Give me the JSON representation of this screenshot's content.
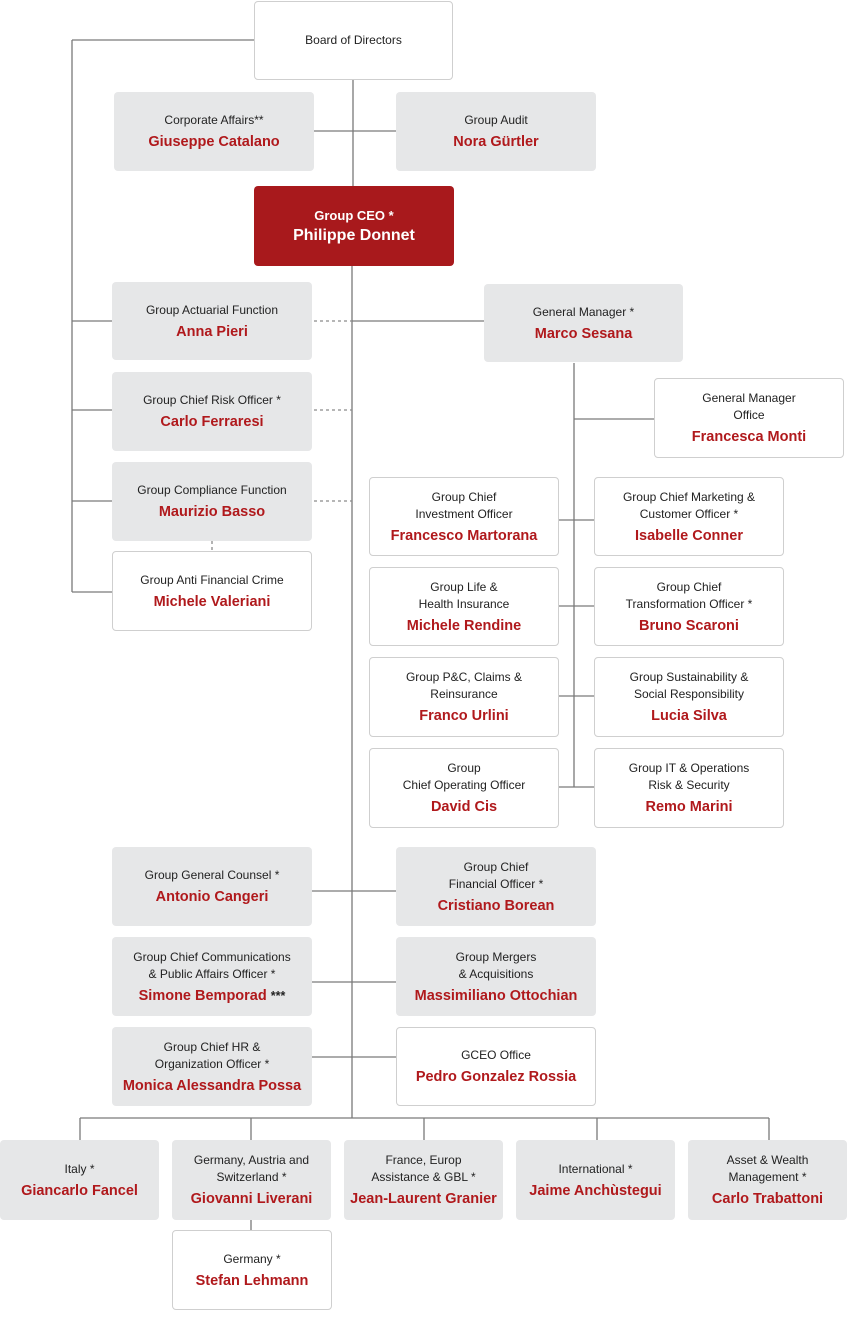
{
  "colors": {
    "accent": "#a8191c",
    "name_text": "#b0191c",
    "grey_box": "#e6e7e8",
    "line": "#7a7a7a"
  },
  "board": {
    "role": "Board of Directors"
  },
  "corporate_affairs": {
    "role": "Corporate Affairs**",
    "name": "Giuseppe Catalano"
  },
  "group_audit": {
    "role": "Group Audit",
    "name": "Nora Gürtler"
  },
  "ceo": {
    "role": "Group CEO *",
    "name": "Philippe Donnet"
  },
  "actuarial": {
    "role": "Group Actuarial Function",
    "name": "Anna Pieri"
  },
  "risk": {
    "role": "Group Chief Risk Officer *",
    "name": "Carlo Ferraresi"
  },
  "compliance": {
    "role": "Group Compliance Function",
    "name": "Maurizio Basso"
  },
  "anti_financial_crime": {
    "role": "Group Anti Financial Crime",
    "name": "Michele Valeriani"
  },
  "general_manager": {
    "role": "General Manager *",
    "name": "Marco Sesana"
  },
  "gm_office": {
    "role": "General Manager\nOffice",
    "name": "Francesca Monti"
  },
  "investment": {
    "role": "Group Chief\nInvestment Officer",
    "name": "Francesco Martorana"
  },
  "marketing": {
    "role": "Group Chief Marketing &\nCustomer Officer *",
    "name": "Isabelle Conner"
  },
  "life_health": {
    "role": "Group Life &\nHealth Insurance",
    "name": "Michele Rendine"
  },
  "transformation": {
    "role": "Group Chief\nTransformation Officer *",
    "name": "Bruno Scaroni"
  },
  "pc_claims": {
    "role": "Group P&C, Claims &\nReinsurance",
    "name": "Franco Urlini"
  },
  "sustainability": {
    "role": "Group Sustainability &\nSocial Responsibility",
    "name": "Lucia Silva"
  },
  "coo": {
    "role": "Group\nChief Operating Officer",
    "name": "David Cis"
  },
  "it_ops": {
    "role": "Group IT & Operations\nRisk & Security",
    "name": "Remo Marini"
  },
  "general_counsel": {
    "role": "Group General Counsel *",
    "name": "Antonio Cangeri"
  },
  "cfo": {
    "role": "Group Chief\nFinancial Officer *",
    "name": "Cristiano Borean"
  },
  "communications": {
    "role": "Group Chief Communications\n& Public Affairs Officer *",
    "name": "Simone Bemporad",
    "suffix": "***"
  },
  "ma": {
    "role": "Group Mergers\n& Acquisitions",
    "name": "Massimiliano Ottochian"
  },
  "hr": {
    "role": "Group Chief HR &\nOrganization Officer *",
    "name": "Monica Alessandra Possa"
  },
  "gceo_office": {
    "role": "GCEO Office",
    "name": "Pedro Gonzalez Rossia"
  },
  "italy": {
    "role": "Italy *",
    "name": "Giancarlo Fancel"
  },
  "dach": {
    "role": "Germany, Austria and\nSwitzerland *",
    "name": "Giovanni Liverani"
  },
  "france": {
    "role": "France, Europ\nAssistance & GBL *",
    "name": "Jean-Laurent Granier"
  },
  "international": {
    "role": "International *",
    "name": "Jaime Anchùstegui"
  },
  "asset_wealth": {
    "role": "Asset & Wealth\nManagement *",
    "name": "Carlo Trabattoni"
  },
  "germany": {
    "role": "Germany *",
    "name": "Stefan Lehmann"
  }
}
